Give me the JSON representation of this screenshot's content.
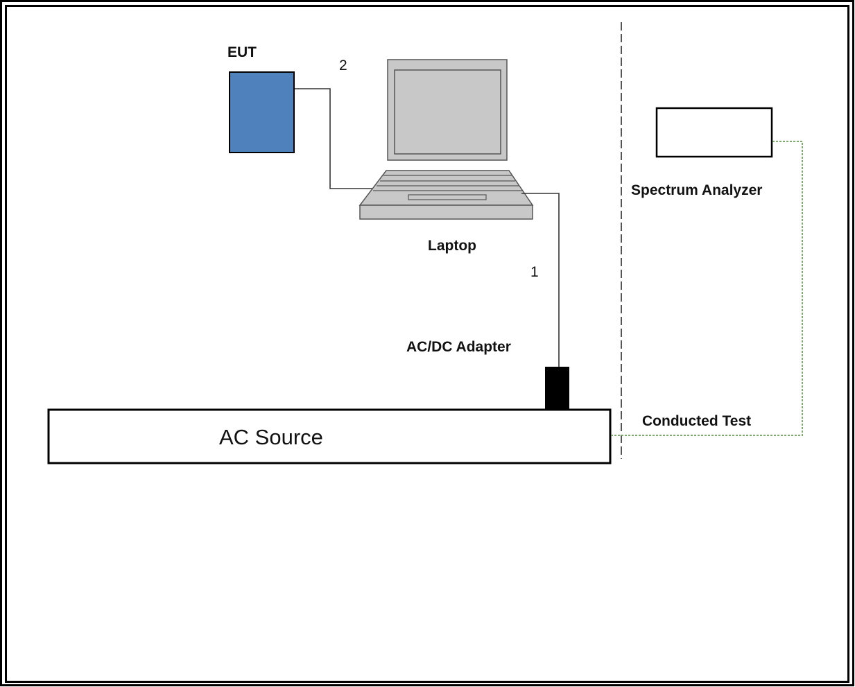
{
  "labels": {
    "eut": "EUT",
    "cable_2": "2",
    "laptop": "Laptop",
    "cable_1": "1",
    "adapter": "AC/DC Adapter",
    "ac_source": "AC Source",
    "spectrum_analyzer": "Spectrum Analyzer",
    "conducted_test": "Conducted Test"
  },
  "colors": {
    "eut_fill": "#4f81bd",
    "laptop_fill": "#c8c8c8",
    "cable": "#333333",
    "conducted_line": "#7faa6e",
    "divider": "#555555",
    "adapter_fill": "#000000"
  }
}
